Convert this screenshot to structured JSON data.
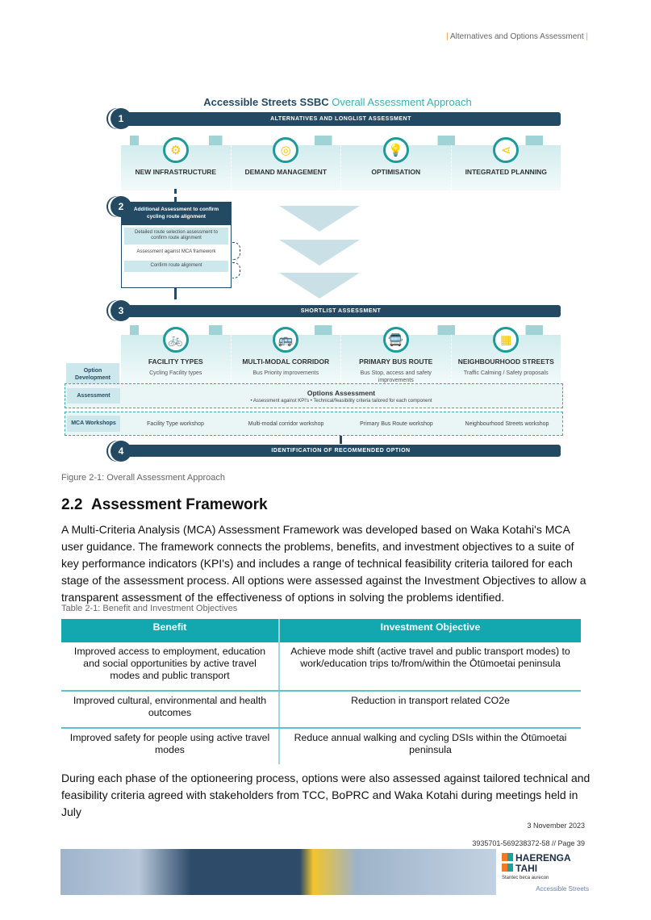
{
  "header": {
    "pipe": "|",
    "section": "Alternatives and Options Assessment"
  },
  "diagram": {
    "title_dark": "Accessible Streets SSBC",
    "title_light": "Overall Assessment Approach",
    "step1": {
      "num": "1",
      "bar": "ALTERNATIVES AND LONGLIST ASSESSMENT",
      "columns": [
        {
          "label": "NEW INFRASTRUCTURE",
          "icon": "⚙"
        },
        {
          "label": "DEMAND MANAGEMENT",
          "icon": "◎"
        },
        {
          "label": "OPTIMISATION",
          "icon": "💡"
        },
        {
          "label": "INTEGRATED PLANNING",
          "icon": "⋖"
        }
      ]
    },
    "step2": {
      "num": "2",
      "title": "Additional Assessment to confirm cycling route alignment",
      "rows": [
        "Detailed route selection assessment to confirm route alignment",
        "Assessment against MCA framework",
        "Confirm route alignment"
      ]
    },
    "step3": {
      "num": "3",
      "bar": "SHORTLIST ASSESSMENT",
      "columns": [
        {
          "label": "FACILITY TYPES",
          "sub": "Cycling Facility types",
          "icon": "🚲",
          "workshop": "Facility Type workshop"
        },
        {
          "label": "MULTI-MODAL CORRIDOR",
          "sub": "Bus Priority improvements",
          "icon": "🚌",
          "workshop": "Multi-modal corridor workshop"
        },
        {
          "label": "PRIMARY BUS ROUTE",
          "sub": "Bus Stop, access and safety improvements",
          "icon": "🚍",
          "workshop": "Primary Bus Route workshop"
        },
        {
          "label": "NEIGHBOURHOOD STREETS",
          "sub": "Traffic Calming / Safety proposals",
          "icon": "▦",
          "workshop": "Neighbourhood Streets workshop"
        }
      ],
      "row_option": "Option Development",
      "row_assessment": "Assessment",
      "assessment_title": "Options Assessment",
      "assessment_bullets": "• Assessment against KPI's   • Technical/feasibility criteria tailored for each component",
      "row_mca": "MCA Workshops"
    },
    "step4": {
      "num": "4",
      "bar": "IDENTIFICATION OF RECOMMENDED OPTION"
    }
  },
  "figure_caption": "Figure 2-1: Overall Assessment Approach",
  "section": {
    "number": "2.2",
    "title": "Assessment Framework"
  },
  "para1": "A Multi-Criteria Analysis (MCA) Assessment Framework was developed based on Waka Kotahi's MCA user guidance. The framework connects the problems, benefits, and investment objectives to a suite of key performance indicators (KPI's) and includes a range of technical feasibility criteria tailored for each stage of the assessment process. All options were assessed against the Investment Objectives to allow a transparent assessment of the effectiveness of options in solving the problems identified.",
  "table": {
    "caption": "Table 2-1: Benefit and Investment Objectives",
    "headers": [
      "Benefit",
      "Investment Objective"
    ],
    "rows": [
      [
        "Improved access to employment, education and social opportunities by active travel modes and public transport",
        "Achieve mode shift (active travel and public transport modes) to work/education trips to/from/within the Ōtūmoetai peninsula"
      ],
      [
        "Improved cultural, environmental and health outcomes",
        "Reduction in transport related CO2e"
      ],
      [
        "Improved safety for people using active travel modes",
        "Reduce annual walking and cycling DSIs within the Ōtūmoetai peninsula"
      ]
    ]
  },
  "para2": "During each phase of the optioneering process, options were also assessed against tailored technical and feasibility criteria agreed with stakeholders from TCC, BoPRC and Waka Kotahi during meetings held in July",
  "footer": {
    "date": "3 November 2023",
    "page": "3935701-569238372-58 // Page 39",
    "logo1": "HAERENGA",
    "logo2": "TAHI",
    "partners": "Stantec  beca  aurecon",
    "brand": "Accessible Streets"
  },
  "colors": {
    "navy": "#244a63",
    "teal": "#13a8b0",
    "accent": "#f0a030"
  }
}
